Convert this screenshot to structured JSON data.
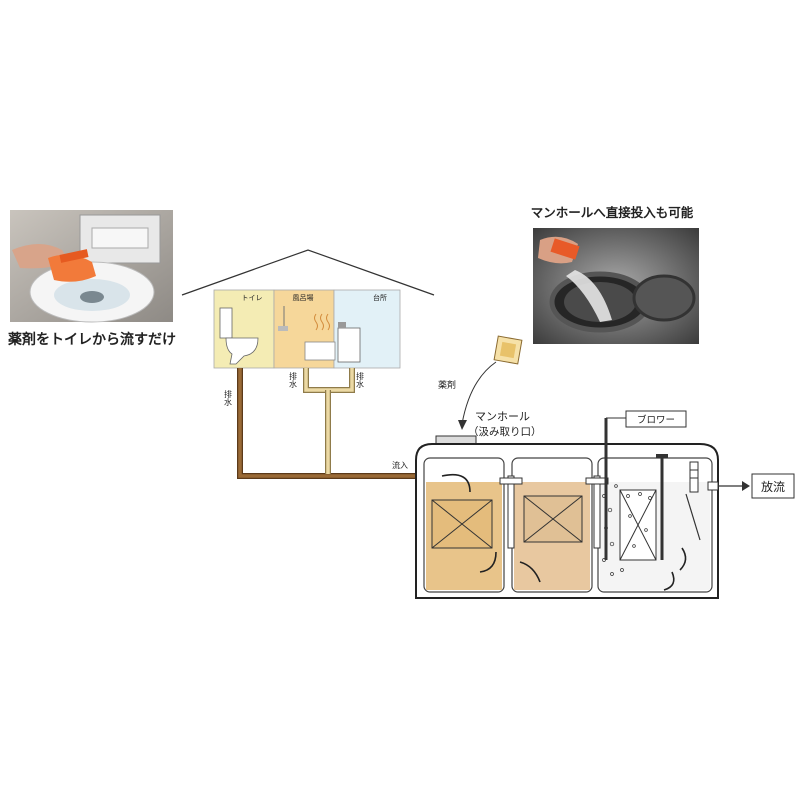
{
  "photo_left": {
    "caption": "薬剤をトイレから流すだけ"
  },
  "photo_right": {
    "caption": "マンホールへ直接投入も可能"
  },
  "house": {
    "rooms": {
      "toilet": "トイレ",
      "bath": "風呂場",
      "kitchen": "台所"
    },
    "drain_labels": {
      "left": "排水",
      "mid_left": "排水",
      "mid_right": "排水"
    }
  },
  "tank": {
    "inflow_label": "流入",
    "chemical_label": "薬剤",
    "manhole_label_line1": "マンホール",
    "manhole_label_line2": "（汲み取り口）",
    "blower_label": "ブロワー",
    "discharge_label": "放流"
  },
  "colors": {
    "pipe_brown": "#8a5a2b",
    "pipe_tan": "#e9d6a0",
    "toilet_room": "#f4ecb4",
    "bath_room": "#f6d79a",
    "kitchen_room": "#e2f1f7",
    "tank_chamber1": "#e8c48a",
    "tank_chamber2": "#e8c8a0",
    "tank_chamber3": "#f2f2f2"
  }
}
